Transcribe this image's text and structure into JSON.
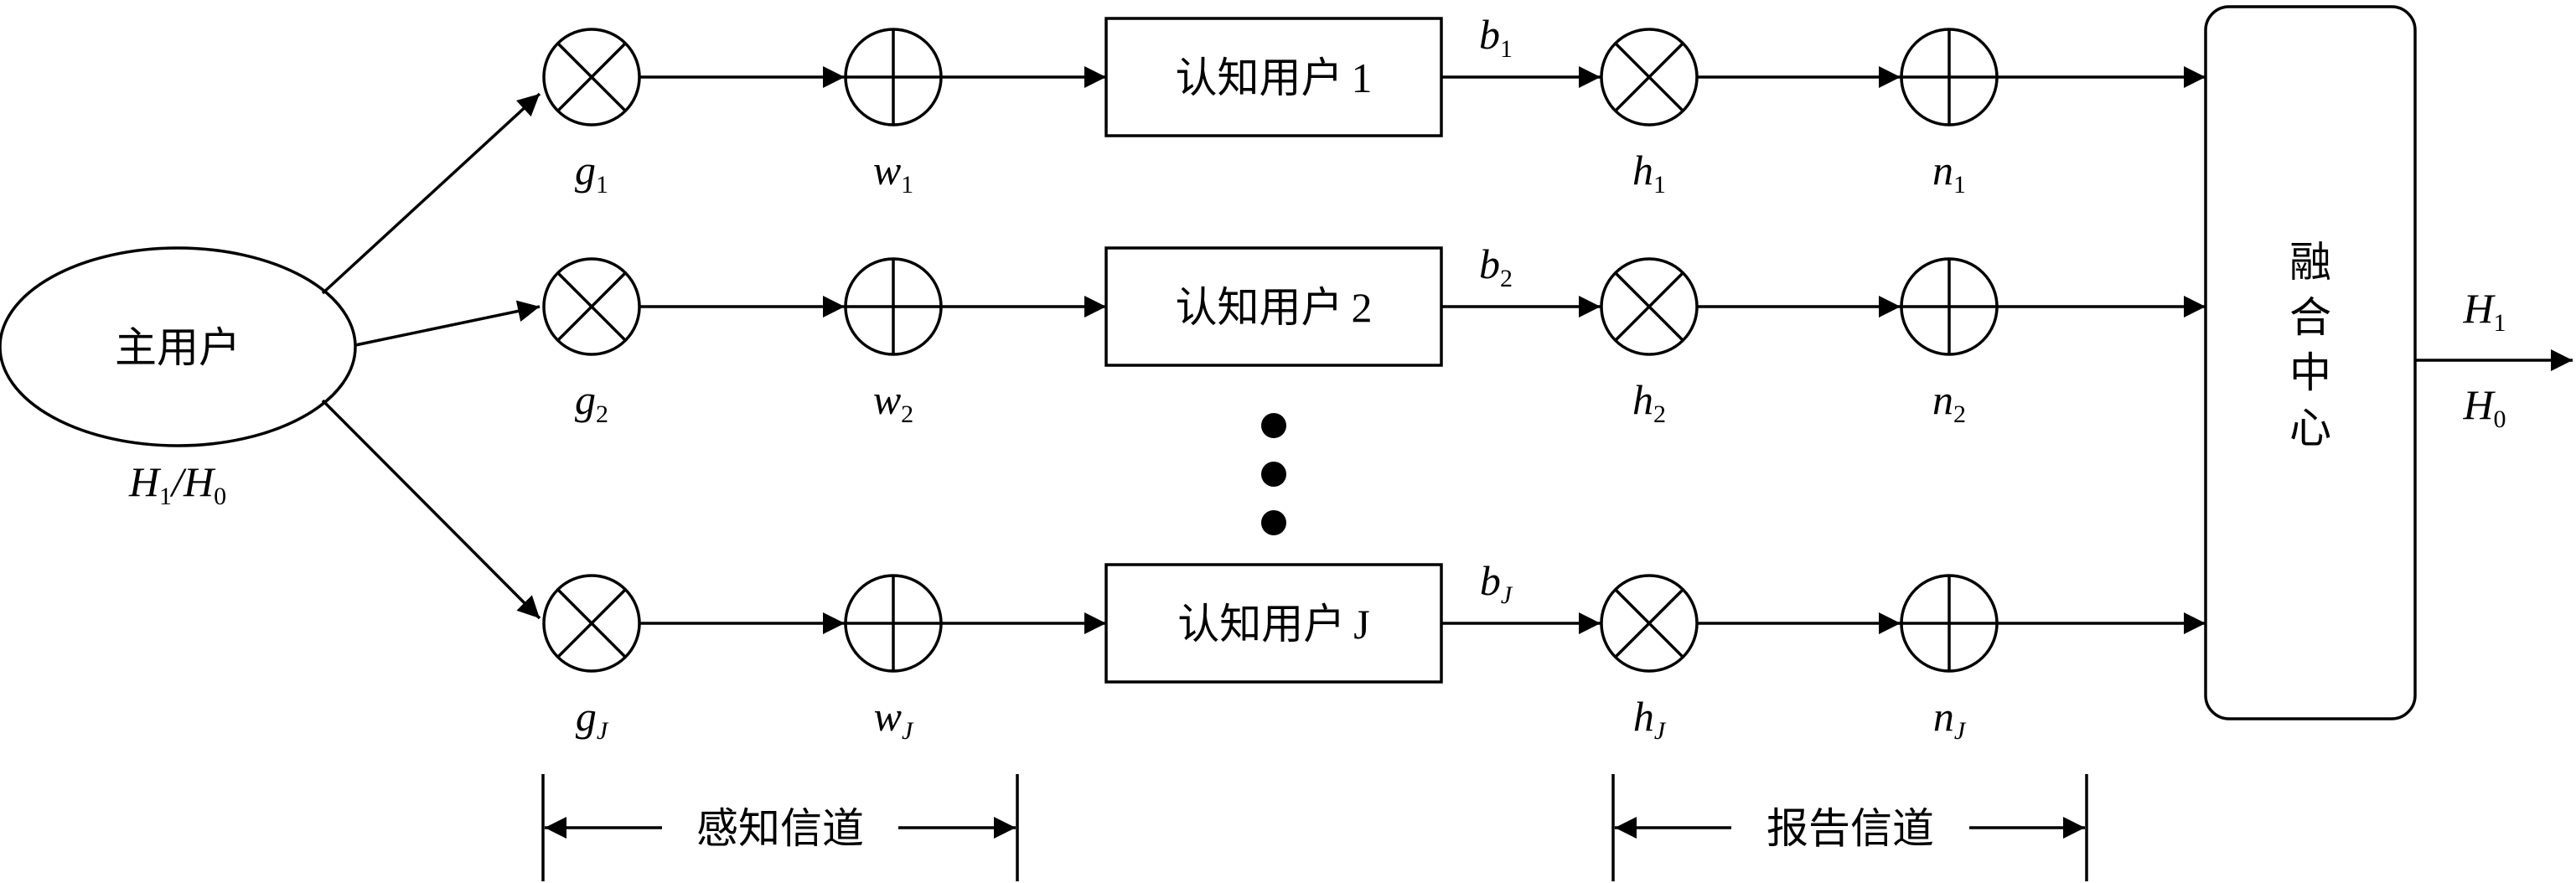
{
  "primary_user": {
    "label": "主用户",
    "hyp_h": "H",
    "hyp_h1_sub": "1",
    "hyp_sep": "/",
    "hyp_h0_sub": "0"
  },
  "branches": [
    {
      "g": "g",
      "g_sub": "1",
      "w": "w",
      "w_sub": "1",
      "cr_label": "认知用户",
      "cr_index": "1",
      "b": "b",
      "b_sub": "1",
      "h": "h",
      "h_sub": "1",
      "n": "n",
      "n_sub": "1"
    },
    {
      "g": "g",
      "g_sub": "2",
      "w": "w",
      "w_sub": "2",
      "cr_label": "认知用户",
      "cr_index": "2",
      "b": "b",
      "b_sub": "2",
      "h": "h",
      "h_sub": "2",
      "n": "n",
      "n_sub": "2"
    },
    {
      "g": "g",
      "g_sub": "J",
      "w": "w",
      "w_sub": "J",
      "cr_label": "认知用户",
      "cr_index": "J",
      "b": "b",
      "b_sub": "J",
      "h": "h",
      "h_sub": "J",
      "n": "n",
      "n_sub": "J"
    }
  ],
  "fusion_center": {
    "chars": [
      "融",
      "合",
      "中",
      "心"
    ]
  },
  "output": {
    "h": "H",
    "h1_sub": "1",
    "h0_sub": "0"
  },
  "channels": {
    "sensing": "感知信道",
    "reporting": "报告信道"
  }
}
